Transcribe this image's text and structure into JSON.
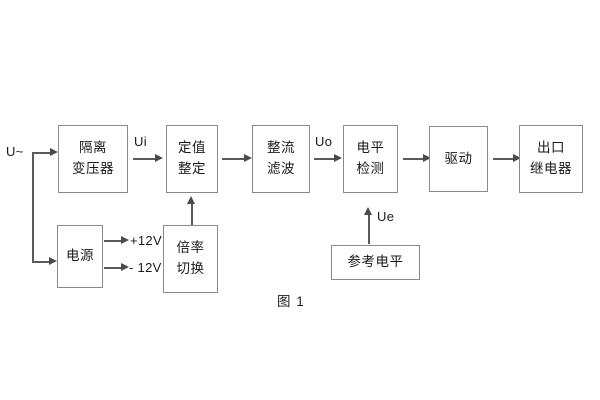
{
  "figure": {
    "caption": "图 1",
    "background_color": "#ffffff",
    "box_border_color": "#8a8a8a",
    "line_color": "#5a5a5a",
    "text_color": "#1a1a1a"
  },
  "blocks": [
    {
      "id": "isolation-transformer",
      "lines": [
        "隔离",
        "变压器"
      ]
    },
    {
      "id": "setting-value",
      "lines": [
        "定值",
        "整定"
      ]
    },
    {
      "id": "rectifier-filter",
      "lines": [
        "整流",
        "滤波"
      ]
    },
    {
      "id": "level-detection",
      "lines": [
        "电平",
        "检测"
      ]
    },
    {
      "id": "driver",
      "lines": [
        "驱动"
      ]
    },
    {
      "id": "output-relay",
      "lines": [
        "出口",
        "继电器"
      ]
    },
    {
      "id": "power-supply",
      "lines": [
        "电源"
      ]
    },
    {
      "id": "multiplier-switch",
      "lines": [
        "倍率",
        "切换"
      ]
    },
    {
      "id": "reference-level",
      "lines": [
        "参考电平"
      ]
    }
  ],
  "signals": {
    "input_source": "U~",
    "ui": "Ui",
    "uo": "Uo",
    "ue": "Ue",
    "supply_positive": "+12V",
    "supply_negative": "- 12V"
  }
}
